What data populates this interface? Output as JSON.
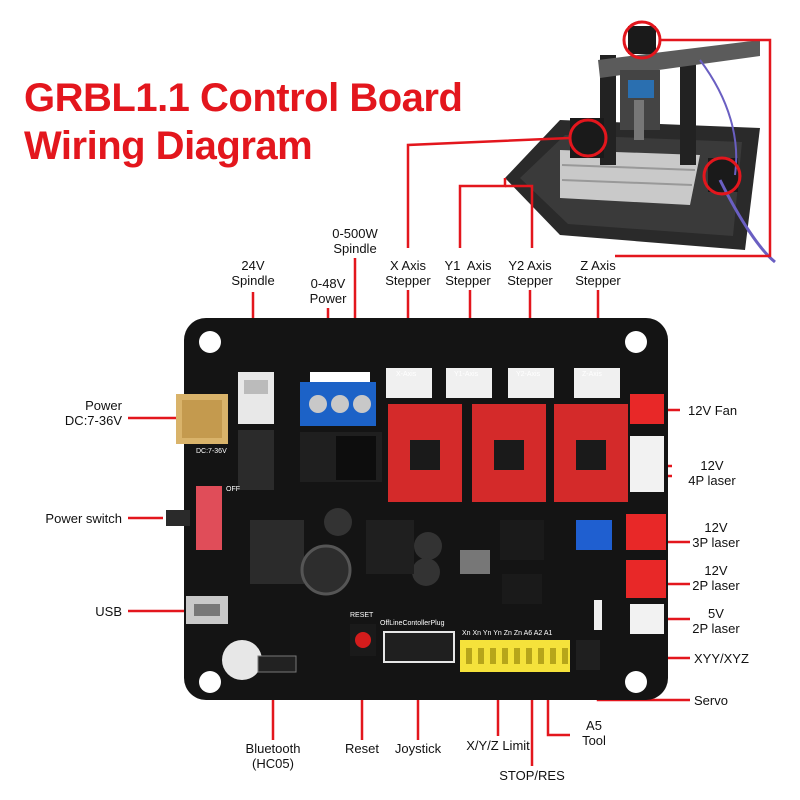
{
  "title": {
    "line1": "GRBL1.1 Control Board",
    "line2": "Wiring Diagram"
  },
  "labels": {
    "spindle_24v": [
      "24V",
      "Spindle"
    ],
    "power_048": [
      "0-48V",
      "Power"
    ],
    "spindle_500w": [
      "0-500W",
      "Spindle"
    ],
    "x_axis": [
      "X Axis",
      "Stepper"
    ],
    "y1_axis": [
      "Y1  Axis",
      "Stepper"
    ],
    "y2_axis": [
      "Y2 Axis",
      "Stepper"
    ],
    "z_axis": [
      "Z Axis",
      "Stepper"
    ],
    "power_dc": [
      "Power",
      "DC:7-36V"
    ],
    "power_switch": "Power switch",
    "usb": "USB",
    "fan_12v": "12V Fan",
    "laser_4p": [
      "12V",
      "4P laser"
    ],
    "laser_3p": [
      "12V",
      "3P laser"
    ],
    "laser_2p_12v": [
      "12V",
      "2P laser"
    ],
    "laser_2p_5v": [
      "5V",
      "2P laser"
    ],
    "xyy_xyz": "XYY/XYZ",
    "servo": "Servo",
    "a5_tool": [
      "A5",
      "Tool"
    ],
    "bluetooth": [
      "Bluetooth",
      "(HC05)"
    ],
    "reset": "Reset",
    "joystick": "Joystick",
    "xyz_limit": "X/Y/Z Limit",
    "stop_res": "STOP/RES"
  },
  "board_silkscreen": {
    "x_axis": "X-Axis",
    "y1_axis": "Y1-Axis",
    "y2_axis": "Y2-Axis",
    "z_axis": "Z-Axis",
    "dc": "DC:7-36V",
    "reset": "RESET",
    "offline": "OffLineContollerPlug",
    "pins": "Xn Xn Yn Yn Zn Zn A6 A2 A1",
    "off": "OFF"
  },
  "colors": {
    "accent": "#e3161d",
    "board": "#141414",
    "driver": "#d42a2a",
    "header": "#f5e23b"
  }
}
